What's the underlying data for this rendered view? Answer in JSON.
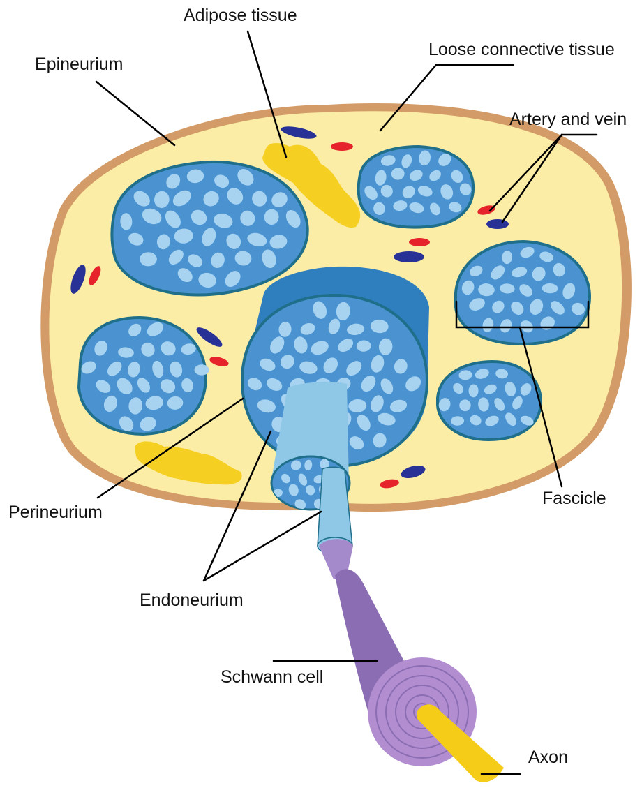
{
  "labels": {
    "adipose": "Adipose tissue",
    "epineurium": "Epineurium",
    "loose": "Loose connective tissue",
    "artery_vein": "Artery and vein",
    "perineurium": "Perineurium",
    "fascicle": "Fascicle",
    "endoneurium": "Endoneurium",
    "schwann": "Schwann cell",
    "axon": "Axon"
  },
  "colors": {
    "epineurium_outer": "#d39b67",
    "epineurium_inner": "#fbeda6",
    "fascicle_fill": "#4a93d0",
    "fascicle_stroke": "#1f6f8b",
    "cell": "#a7d3f1",
    "adipose": "#f6cf23",
    "artery": "#e6232b",
    "vein": "#273196",
    "perineurium_side": "#2f7fbf",
    "endoneurium": "#8ec8e6",
    "schwann_dark": "#8b6db3",
    "schwann_light": "#b28ed0",
    "axon": "#f5cc18"
  }
}
